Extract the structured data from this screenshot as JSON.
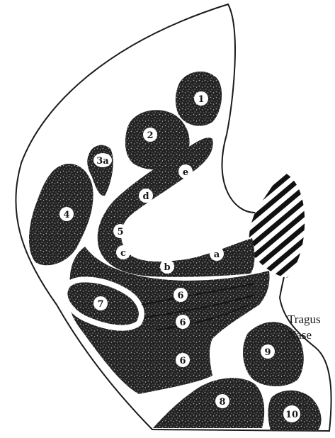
{
  "regions": {
    "r1": "1",
    "r2": "2",
    "r3a": "3a",
    "r4": "4",
    "r5": "5",
    "r6a": "6",
    "r6b": "6",
    "r6c": "6",
    "r7": "7",
    "r8": "8",
    "r9": "9",
    "r10": "10",
    "ra": "a",
    "rb": "b",
    "rc": "c",
    "rd": "d",
    "re": "e"
  },
  "annotations": {
    "tragus": "Tragus",
    "nase": "Nase"
  },
  "colors": {
    "ink": "#1a1a1a",
    "paper": "#ffffff",
    "speckle": "#6a6a6a"
  }
}
